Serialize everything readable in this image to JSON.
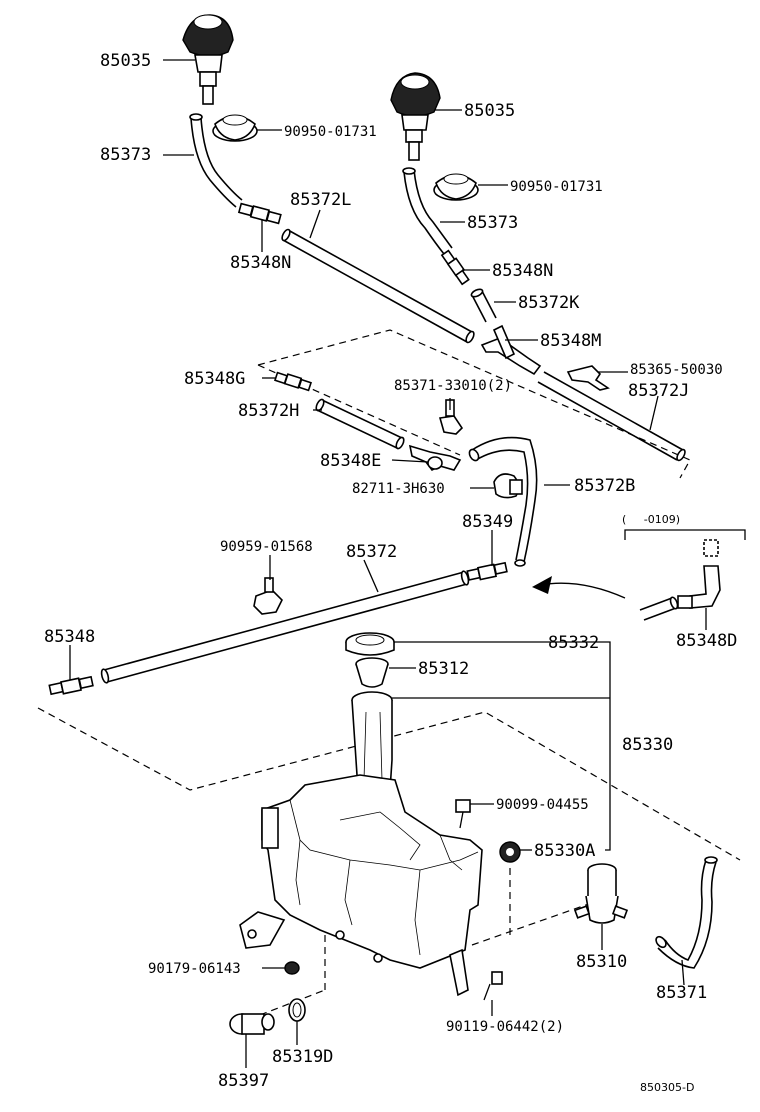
{
  "labels": {
    "l01": "85035",
    "l02": "85035",
    "l03": "90950-01731",
    "l04": "90950-01731",
    "l05": "85373",
    "l06": "85373",
    "l07": "85372L",
    "l08": "85348N",
    "l09": "85348N",
    "l10": "85372K",
    "l11": "85348M",
    "l12": "85365-50030",
    "l13": "85348G",
    "l14": "85371-33010(2)",
    "l15": "85372J",
    "l16": "85372H",
    "l17": "85348E",
    "l18": "82711-3H630",
    "l19": "85372B",
    "l20": "85349",
    "l21": "90959-01568",
    "l22": "85372",
    "l23": "(     -0109)",
    "l24": "85348",
    "l25": "85348D",
    "l26": "85332",
    "l27": "85312",
    "l28": "85330",
    "l29": "90099-04455",
    "l30": "85330A",
    "l31": "85310",
    "l32": "90179-06143",
    "l33": "85371",
    "l34": "90119-06442(2)",
    "l35": "85319D",
    "l36": "85397",
    "l37": "850305-D"
  },
  "parts": {
    "nozzle": "washer-nozzle",
    "grommet": "grommet",
    "hose": "washer-hose",
    "joint": "hose-joint",
    "tank": "washer-tank",
    "pump": "washer-pump",
    "motor": "washer-motor",
    "clamp": "hose-clamp",
    "bolt": "bolt",
    "nut": "nut"
  }
}
